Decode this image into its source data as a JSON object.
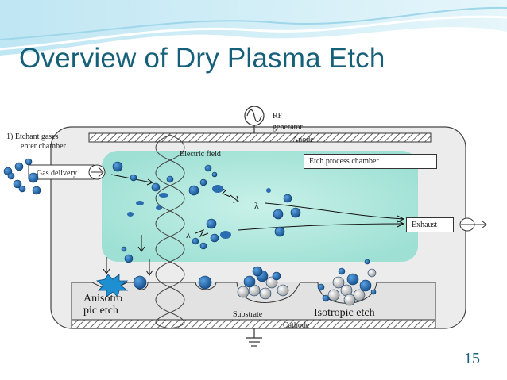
{
  "slide": {
    "title": "Overview of Dry Plasma Etch",
    "page_number": "15"
  },
  "diagram": {
    "rf_generator_line1": "RF",
    "rf_generator_line2": "generator",
    "anode": "Anode",
    "step1_line1": "1)  Etchant gases",
    "step1_line2": "enter chamber",
    "gas_delivery": "Gas delivery",
    "electric_field": "Electric field",
    "etch_process_chamber": "Etch process chamber",
    "exhaust": "Exhaust",
    "lambda_symbol": "λ",
    "anisotropic_line1": "Anisotro",
    "anisotropic_line2": "pic etch",
    "substrate": "Substrate",
    "isotropic_etch": "Isotropic etch",
    "cathode": "Cathode"
  },
  "colors": {
    "title": "#17607a",
    "plasma": "#a8e6dc",
    "chamber_fill": "#ececec",
    "molecule_blue": "#2a6db0",
    "molecule_dark": "#0d3f73",
    "radical_grey": "#d8d8d8"
  }
}
